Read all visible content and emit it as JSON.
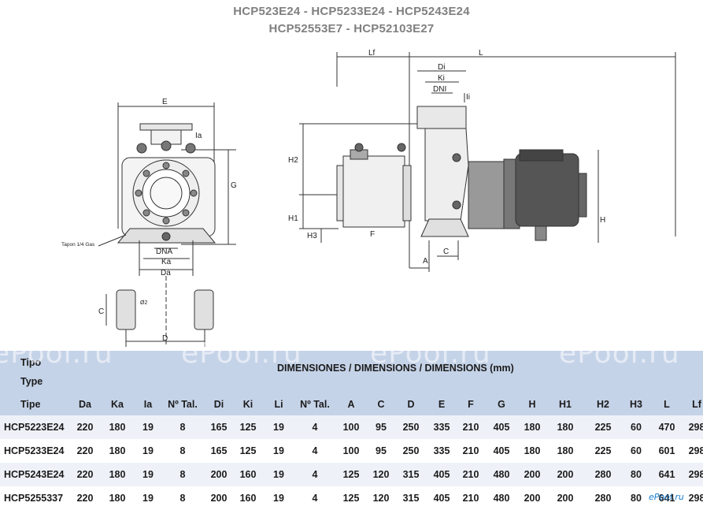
{
  "title": {
    "line1": "HCP523E24 - HCP5233E24 - HCP5243E24",
    "line2": "HCP52553E7 - HCP52103E27"
  },
  "drawing_labels": {
    "E": "E",
    "Ia": "Ia",
    "G": "G",
    "DNA": "DNA",
    "Ka": "Ka",
    "Da": "Da",
    "C": "C",
    "D": "D",
    "d2": "Ø2",
    "tapon": "Tapon 1/4 Gas",
    "Lf": "Lf",
    "L": "L",
    "Di": "Di",
    "Ki": "Ki",
    "DNI": "DNI",
    "Ii": "Ii",
    "H2": "H2",
    "H1": "H1",
    "H3": "H3",
    "F": "F",
    "A": "A",
    "C2": "C",
    "H": "H"
  },
  "watermark": "ePool.ru",
  "table": {
    "tipo_labels": [
      "Tipo",
      "Type",
      "Tipe"
    ],
    "dimensions_title": "DIMENSIONES / DIMENSIONS / DIMENSIONS (mm)",
    "columns": [
      "Da",
      "Ka",
      "Ia",
      "Nº Tal.",
      "Di",
      "Ki",
      "Li",
      "Nº Tal.",
      "A",
      "C",
      "D",
      "E",
      "F",
      "G",
      "H",
      "H1",
      "H2",
      "H3",
      "L",
      "Lf"
    ],
    "rows": [
      {
        "type": "HCP5223E24",
        "values": [
          "220",
          "180",
          "19",
          "8",
          "165",
          "125",
          "19",
          "4",
          "100",
          "95",
          "250",
          "335",
          "210",
          "405",
          "180",
          "180",
          "225",
          "60",
          "470",
          "298"
        ]
      },
      {
        "type": "HCP5233E24",
        "values": [
          "220",
          "180",
          "19",
          "8",
          "165",
          "125",
          "19",
          "4",
          "100",
          "95",
          "250",
          "335",
          "210",
          "405",
          "180",
          "180",
          "225",
          "60",
          "601",
          "298"
        ]
      },
      {
        "type": "HCP5243E24",
        "values": [
          "220",
          "180",
          "19",
          "8",
          "200",
          "160",
          "19",
          "4",
          "125",
          "120",
          "315",
          "405",
          "210",
          "480",
          "200",
          "200",
          "280",
          "80",
          "641",
          "298"
        ]
      },
      {
        "type": "HCP5255337",
        "values": [
          "220",
          "180",
          "19",
          "8",
          "200",
          "160",
          "19",
          "4",
          "125",
          "120",
          "315",
          "405",
          "210",
          "480",
          "200",
          "200",
          "280",
          "80",
          "641",
          "298"
        ]
      }
    ]
  },
  "logo": "ePool.ru",
  "colors": {
    "header_band": "#c5d3e8",
    "title_gray": "#808080"
  }
}
